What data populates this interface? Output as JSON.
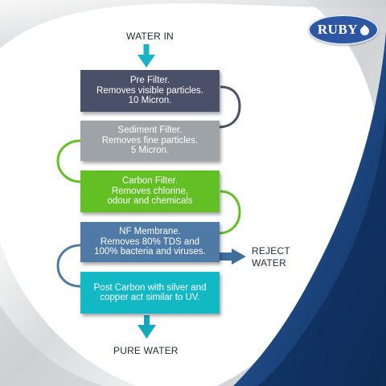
{
  "brand": {
    "logo_text": "RUBY",
    "logo_icon": "water-drop-icon"
  },
  "colors": {
    "pre_filter": "#4a5068",
    "sediment_filter": "#9ea3a7",
    "carbon_filter": "#62c025",
    "nf_membrane": "#4e7aa5",
    "post_carbon": "#12b8c4",
    "arrow_in": "#19b3c8",
    "arrow_reject": "#3f6f9f",
    "arrow_out": "#12a9bd"
  },
  "flow": {
    "input_label": "WATER IN",
    "output_label": "PURE WATER",
    "reject_label_line1": "REJECT",
    "reject_label_line2": "WATER",
    "steps": [
      {
        "line1": "Pre Filter.",
        "line2": "Removes visible particles.",
        "line3": "10 Micron."
      },
      {
        "line1": "Sediment Filter.",
        "line2": "Removes fine particles.",
        "line3": "5 Micron."
      },
      {
        "line1": "Carbon Filter.",
        "line2": "Removes chlorine,",
        "line3": "odour and chemicals"
      },
      {
        "line1": "NF Membrane.",
        "line2": "Removes 80% TDS and",
        "line3": "100% bacteria and viruses."
      },
      {
        "line1": "Post Carbon with silver and",
        "line2": "copper act similar to UV."
      }
    ]
  }
}
